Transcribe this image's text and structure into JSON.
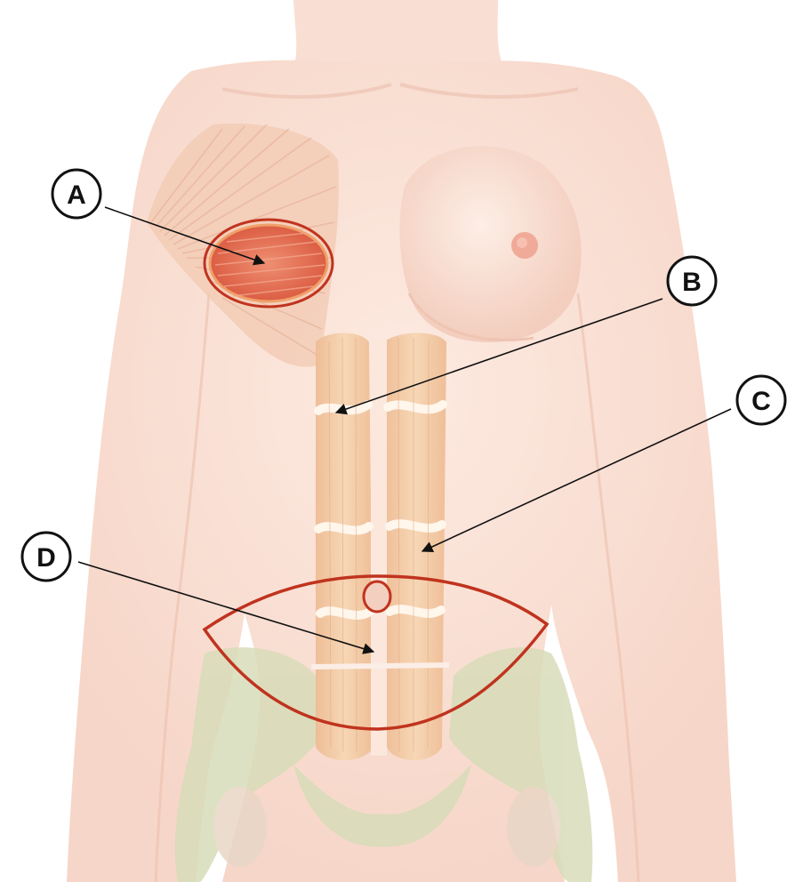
{
  "callouts": [
    {
      "id": "A",
      "label": "A"
    },
    {
      "id": "B",
      "label": "B"
    },
    {
      "id": "C",
      "label": "C"
    },
    {
      "id": "D",
      "label": "D"
    }
  ],
  "colors": {
    "background": "#ffffff",
    "skin": "#fbe4da",
    "skin_shadow": "#f1cdbd",
    "muscle_faint": "#f0c7ab",
    "muscle_red": "#e2644a",
    "rectus": "#f2cba3",
    "tendon_line": "#fff6ec",
    "pelvis": "#d8dcb9",
    "outline_red": "#c0331e",
    "leader_line": "#111111"
  }
}
